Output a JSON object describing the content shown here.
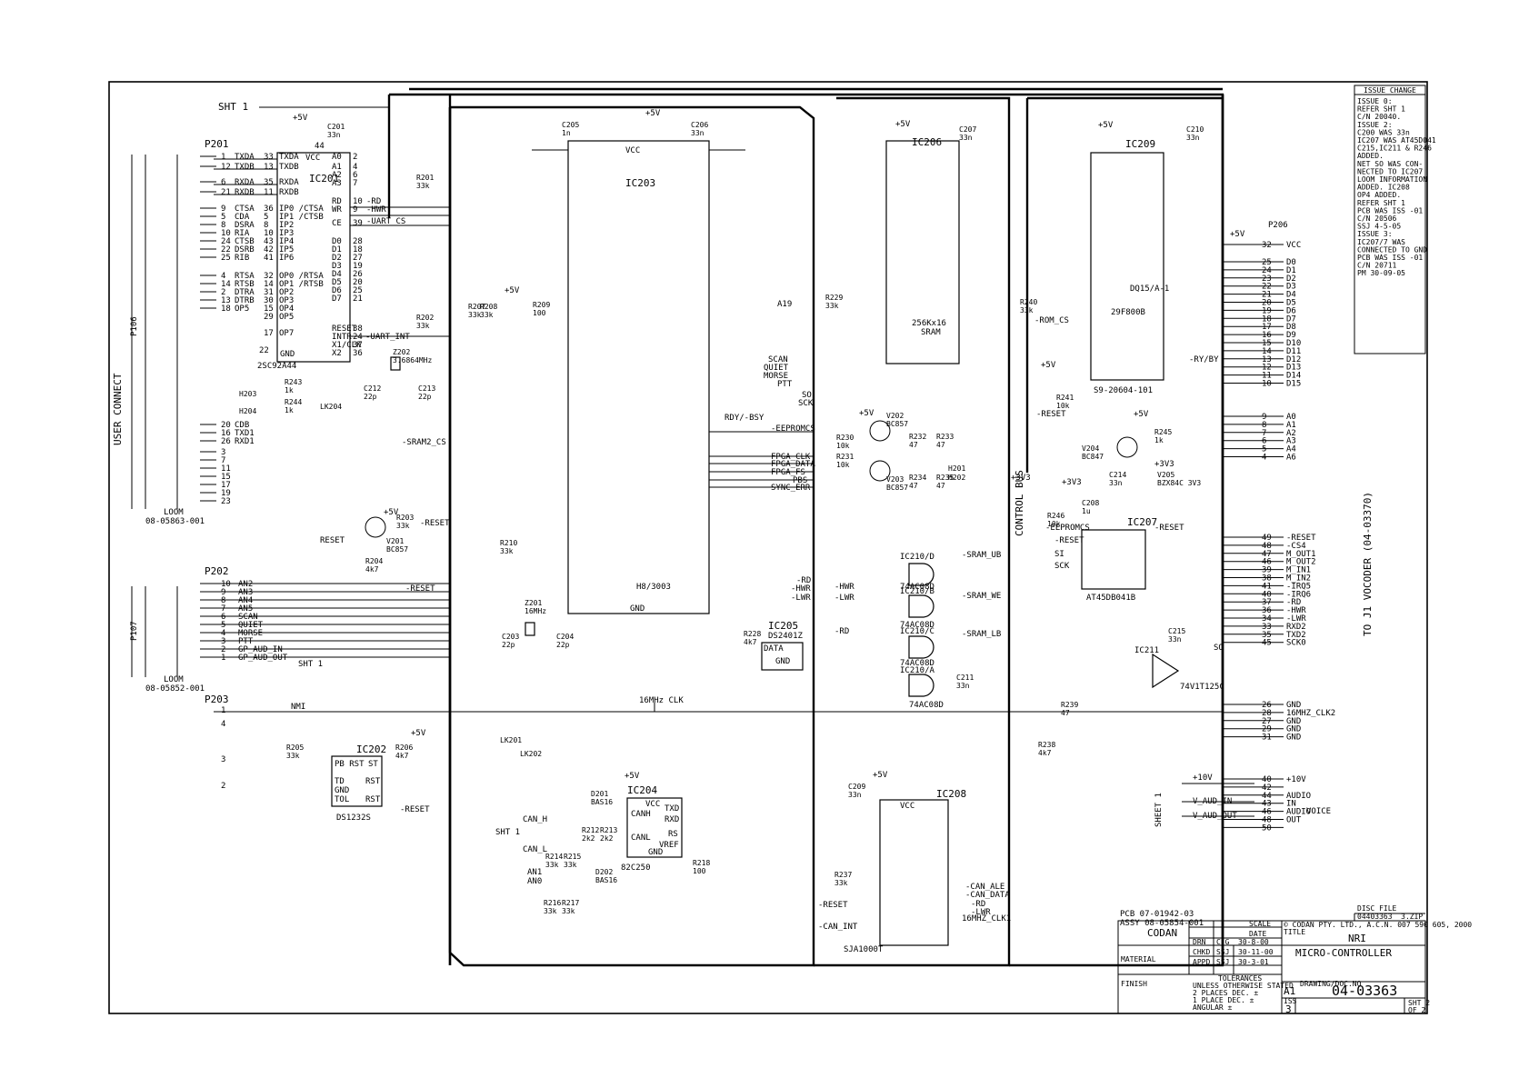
{
  "title_block": {
    "company": "CODAN",
    "title": "NRI",
    "subtitle": "MICRO-CONTROLLER",
    "drawing_number": "04-03363",
    "size": "A1",
    "issue": "3",
    "sheet": "SHT 2",
    "of": "OF 2",
    "pcb": "PCB 07-01942-03",
    "assy": "ASSY 08-05854-001",
    "copyright": "© CODAN PTY. LTD., A.C.N. 007 590 605, 2000",
    "drn": "DRN",
    "drn_by": "C G",
    "drn_date": "30-8-00",
    "chkd": "CHKD",
    "chkd_by": "SSJ",
    "chkd_date": "30-11-00",
    "appd": "APPD",
    "appd_by": "SSJ",
    "appd_date": "30-3-01",
    "scale": "SCALE",
    "date": "DATE",
    "material": "MATERIAL",
    "finish": "FINISH",
    "tolerances": "TOLERANCES",
    "tol1": "UNLESS OTHERWISE STATED",
    "tol2": "2 PLACES DEC. ±",
    "tol3": "1 PLACE DEC. ±",
    "tol4": "ANGULAR ±",
    "disc_file": "DISC FILE",
    "disc_name": "04403363__3.ZIP",
    "drawing_label": "DRAWING/DOC.NO",
    "title_label": "TITLE",
    "iss_label": "ISS"
  },
  "issue_change": {
    "heading": "ISSUE CHANGE",
    "lines": [
      "ISSUE 0:",
      "REFER SHT 1",
      "C/N 20040.",
      "ISSUE 2:",
      "C200 WAS 33n",
      "IC207 WAS AT45D041",
      "C215,IC211 & R246",
      "ADDED.",
      "NET SO WAS CON-",
      "NECTED TO IC207",
      "LOOM INFORMATION",
      "ADDED. IC208",
      "OP4 ADDED.",
      "REFER SHT 1",
      "PCB WAS ISS -01",
      "C/N 20506",
      "SSJ 4-5-05",
      "ISSUE 3:",
      "IC207/7 WAS",
      "CONNECTED TO GND",
      "PCB WAS ISS -01",
      "C/N 20711",
      "PM 30-09-05"
    ]
  },
  "labels": {
    "sht1_top": "SHT 1",
    "user_connect": "USER CONNECT",
    "control_bus": "CONTROL BUS",
    "to_vocoder": "TO J1 VOCODER (04-03370)",
    "sheet1": "SHEET 1",
    "voice": "VOICE",
    "clk16": "16MHz CLK",
    "sht1_a": "SHT 1",
    "sht1_b": "SHT 1",
    "nmi": "NMI",
    "p106": "P106",
    "p107": "P107",
    "loom1": "LOOM",
    "loom1_no": "08-05863-001",
    "loom2": "LOOM",
    "loom2_no": "08-05852-001"
  },
  "connectors": {
    "p201": {
      "ref": "P201",
      "pins": [
        {
          "n": "1",
          "s": "TXDA"
        },
        {
          "n": "12",
          "s": "TXDB"
        },
        {
          "n": "6",
          "s": "RXDA"
        },
        {
          "n": "21",
          "s": "RXDB"
        },
        {
          "n": "9",
          "s": "CTSA"
        },
        {
          "n": "5",
          "s": "CDA"
        },
        {
          "n": "8",
          "s": "DSRA"
        },
        {
          "n": "10",
          "s": "RIA"
        },
        {
          "n": "24",
          "s": "CTSB"
        },
        {
          "n": "22",
          "s": "DSRB"
        },
        {
          "n": "25",
          "s": "RIB"
        },
        {
          "n": "4",
          "s": "RTSA"
        },
        {
          "n": "14",
          "s": "RTSB"
        },
        {
          "n": "2",
          "s": "DTRA"
        },
        {
          "n": "13",
          "s": "DTRB"
        },
        {
          "n": "18",
          "s": "OP5"
        },
        {
          "n": "20",
          "s": "CDB"
        },
        {
          "n": "16",
          "s": "TXD1"
        },
        {
          "n": "26",
          "s": "RXD1"
        },
        {
          "n": "3",
          "s": ""
        },
        {
          "n": "7",
          "s": ""
        },
        {
          "n": "11",
          "s": ""
        },
        {
          "n": "15",
          "s": ""
        },
        {
          "n": "17",
          "s": ""
        },
        {
          "n": "19",
          "s": ""
        },
        {
          "n": "23",
          "s": ""
        }
      ]
    },
    "p202": {
      "ref": "P202",
      "pins": [
        {
          "n": "10",
          "s": "AN2"
        },
        {
          "n": "9",
          "s": "AN3"
        },
        {
          "n": "8",
          "s": "AN4"
        },
        {
          "n": "7",
          "s": "AN5"
        },
        {
          "n": "6",
          "s": "SCAN"
        },
        {
          "n": "5",
          "s": "QUIET"
        },
        {
          "n": "4",
          "s": "MORSE"
        },
        {
          "n": "3",
          "s": "PTT"
        },
        {
          "n": "2",
          "s": "GP_AUD_IN"
        },
        {
          "n": "1",
          "s": "GP_AUD_OUT"
        }
      ]
    },
    "p203": {
      "ref": "P203",
      "pins": [
        "1",
        "4",
        "3",
        "2"
      ]
    },
    "p206": {
      "ref": "P206",
      "pins": [
        {
          "n": "32",
          "s": "VCC"
        },
        {
          "n": "25",
          "s": "D0"
        },
        {
          "n": "24",
          "s": "D1"
        },
        {
          "n": "23",
          "s": "D2"
        },
        {
          "n": "22",
          "s": "D3"
        },
        {
          "n": "21",
          "s": "D4"
        },
        {
          "n": "20",
          "s": "D5"
        },
        {
          "n": "19",
          "s": "D6"
        },
        {
          "n": "18",
          "s": "D7"
        },
        {
          "n": "17",
          "s": "D8"
        },
        {
          "n": "16",
          "s": "D9"
        },
        {
          "n": "15",
          "s": "D10"
        },
        {
          "n": "14",
          "s": "D11"
        },
        {
          "n": "13",
          "s": "D12"
        },
        {
          "n": "12",
          "s": "D13"
        },
        {
          "n": "11",
          "s": "D14"
        },
        {
          "n": "10",
          "s": "D15"
        },
        {
          "n": "9",
          "s": "A0"
        },
        {
          "n": "8",
          "s": "A1"
        },
        {
          "n": "7",
          "s": "A2"
        },
        {
          "n": "6",
          "s": "A3"
        },
        {
          "n": "5",
          "s": "A4"
        },
        {
          "n": "4",
          "s": "A6"
        },
        {
          "n": "49",
          "s": "-RESET"
        },
        {
          "n": "48",
          "s": "-CS4"
        },
        {
          "n": "47",
          "s": "M_OUT1"
        },
        {
          "n": "46",
          "s": "M_OUT2"
        },
        {
          "n": "39",
          "s": "M_IN1"
        },
        {
          "n": "38",
          "s": "M_IN2"
        },
        {
          "n": "41",
          "s": "-IRQ5"
        },
        {
          "n": "40",
          "s": "-IRQ6"
        },
        {
          "n": "37",
          "s": "-RD"
        },
        {
          "n": "36",
          "s": "-HWR"
        },
        {
          "n": "34",
          "s": "-LWR"
        },
        {
          "n": "33",
          "s": "RXD2"
        },
        {
          "n": "35",
          "s": "TXD2"
        },
        {
          "n": "45",
          "s": "SCK0"
        },
        {
          "n": "26",
          "s": "GND"
        },
        {
          "n": "28",
          "s": "16MHZ_CLK2"
        },
        {
          "n": "27",
          "s": "GND"
        },
        {
          "n": "29",
          "s": "GND"
        },
        {
          "n": "31",
          "s": "GND"
        },
        {
          "n": "40",
          "s": "+10V"
        },
        {
          "n": "42",
          "s": ""
        },
        {
          "n": "44",
          "s": "AUDIO"
        },
        {
          "n": "43",
          "s": "IN"
        },
        {
          "n": "46",
          "s": "AUDIO"
        },
        {
          "n": "48",
          "s": "OUT"
        },
        {
          "n": "50",
          "s": ""
        }
      ]
    }
  },
  "chips": {
    "ic201": {
      "ref": "IC201",
      "part": "2SC92A44",
      "vcc": "VCC",
      "gnd": "GND",
      "vpin": "44",
      "gpin": "22",
      "left": [
        {
          "n": "33",
          "s": "TXDA"
        },
        {
          "n": "13",
          "s": "TXDB"
        },
        {
          "n": "35",
          "s": "RXDA"
        },
        {
          "n": "11",
          "s": "RXDB"
        },
        {
          "n": "36",
          "s": "IP0 /CTSA"
        },
        {
          "n": "5",
          "s": "IP1 /CTSB"
        },
        {
          "n": "8",
          "s": "IP2"
        },
        {
          "n": "10",
          "s": "IP3"
        },
        {
          "n": "43",
          "s": "IP4"
        },
        {
          "n": "42",
          "s": "IP5"
        },
        {
          "n": "41",
          "s": "IP6"
        },
        {
          "n": "32",
          "s": "OP0 /RTSA"
        },
        {
          "n": "14",
          "s": "OP1 /RTSB"
        },
        {
          "n": "31",
          "s": "OP2"
        },
        {
          "n": "30",
          "s": "OP3"
        },
        {
          "n": "15",
          "s": "OP4"
        },
        {
          "n": "29",
          "s": "OP5"
        },
        {
          "n": "17",
          "s": "OP7"
        }
      ],
      "right": [
        {
          "n": "2",
          "s": "A0"
        },
        {
          "n": "4",
          "s": "A1"
        },
        {
          "n": "6",
          "s": "A2"
        },
        {
          "n": "7",
          "s": "A3"
        },
        {
          "n": "10",
          "s": "RD"
        },
        {
          "n": "9",
          "s": "WR"
        },
        {
          "n": "39",
          "s": "CE"
        },
        {
          "n": "28",
          "s": "D0"
        },
        {
          "n": "18",
          "s": "D1"
        },
        {
          "n": "27",
          "s": "D2"
        },
        {
          "n": "19",
          "s": "D3"
        },
        {
          "n": "26",
          "s": "D4"
        },
        {
          "n": "20",
          "s": "D5"
        },
        {
          "n": "25",
          "s": "D6"
        },
        {
          "n": "21",
          "s": "D7"
        },
        {
          "n": "38",
          "s": "RESET"
        },
        {
          "n": "24",
          "s": "INTR"
        },
        {
          "n": "37",
          "s": "X1/CLK"
        },
        {
          "n": "36",
          "s": "X2"
        }
      ]
    },
    "ic203": {
      "ref": "IC203",
      "part": "H8/3003",
      "vcc": "VCC",
      "gnd": "GND"
    },
    "ic206": {
      "ref": "IC206",
      "part": "256Kx16",
      "part2": "SRAM"
    },
    "ic209": {
      "ref": "IC209",
      "part": "29F800B",
      "part2": "DQ15/A-1",
      "part3": "S9-20604-101"
    },
    "ic207": {
      "ref": "IC207",
      "part": "AT45DB041B"
    },
    "ic205": {
      "ref": "IC205",
      "part": "DS2401Z",
      "pin1": "DATA",
      "pin2": "GND"
    },
    "ic204": {
      "ref": "IC204",
      "part": "82C250",
      "vcc": "VCC",
      "gnd": "GND",
      "left": [
        "CANH",
        "CANL"
      ],
      "right": [
        "TXD",
        "RXD",
        "RS",
        "VREF"
      ]
    },
    "ic208": {
      "ref": "IC208",
      "part": "SJA1000T",
      "vcc": "VCC"
    },
    "ic202": {
      "ref": "IC202",
      "part": "DS1232S",
      "pins": [
        "PB RST",
        "ST",
        "TD",
        "RST",
        "GND",
        "RST",
        "TOL"
      ]
    },
    "ic210": [
      {
        "ref": "IC210/D",
        "part": "74AC08D"
      },
      {
        "ref": "IC210/B",
        "part": "74AC08D"
      },
      {
        "ref": "IC210/C",
        "part": "74AC08D"
      },
      {
        "ref": "IC210/A",
        "part": "74AC08D"
      }
    ],
    "ic211": {
      "ref": "IC211",
      "part": "74V1T125C"
    }
  },
  "components": [
    {
      "ref": "C201",
      "value": "33n"
    },
    {
      "ref": "R201",
      "value": "33k"
    },
    {
      "ref": "R202",
      "value": "33k"
    },
    {
      "ref": "Z202",
      "value": "3.6864MHz"
    },
    {
      "ref": "C212",
      "value": "22p"
    },
    {
      "ref": "C213",
      "value": "22p"
    },
    {
      "ref": "R243",
      "value": "1k"
    },
    {
      "ref": "R244",
      "value": "1k"
    },
    {
      "ref": "H203",
      "value": ""
    },
    {
      "ref": "H204",
      "value": ""
    },
    {
      "ref": "LK204",
      "value": ""
    },
    {
      "ref": "R203",
      "value": "33k"
    },
    {
      "ref": "V201",
      "value": "BC857"
    },
    {
      "ref": "R204",
      "value": "4k7"
    },
    {
      "ref": "C205",
      "value": "1n"
    },
    {
      "ref": "C206",
      "value": "33n"
    },
    {
      "ref": "R207",
      "value": "33k"
    },
    {
      "ref": "R208",
      "value": "33k"
    },
    {
      "ref": "R209",
      "value": "100"
    },
    {
      "ref": "R210",
      "value": "33k"
    },
    {
      "ref": "Z201",
      "value": "16MHz"
    },
    {
      "ref": "C203",
      "value": "22p"
    },
    {
      "ref": "C204",
      "value": "22p"
    },
    {
      "ref": "R228",
      "value": "4k7"
    },
    {
      "ref": "R229",
      "value": "33k"
    },
    {
      "ref": "C207",
      "value": "33n"
    },
    {
      "ref": "V202",
      "value": "BC857"
    },
    {
      "ref": "V203",
      "value": "BC857"
    },
    {
      "ref": "R230",
      "value": "10k"
    },
    {
      "ref": "R231",
      "value": "10k"
    },
    {
      "ref": "R232",
      "value": "47"
    },
    {
      "ref": "R233",
      "value": "47"
    },
    {
      "ref": "R234",
      "value": "47"
    },
    {
      "ref": "R235",
      "value": "47"
    },
    {
      "ref": "H201",
      "value": ""
    },
    {
      "ref": "H202",
      "value": ""
    },
    {
      "ref": "C210",
      "value": "33n"
    },
    {
      "ref": "R240",
      "value": "33k"
    },
    {
      "ref": "R241",
      "value": "10k"
    },
    {
      "ref": "V204",
      "value": "BC847"
    },
    {
      "ref": "R245",
      "value": "1k"
    },
    {
      "ref": "C214",
      "value": "33n"
    },
    {
      "ref": "V205",
      "value": "BZX84C 3V3"
    },
    {
      "ref": "R246",
      "value": "10k"
    },
    {
      "ref": "C208",
      "value": "1u"
    },
    {
      "ref": "C215",
      "value": "33n"
    },
    {
      "ref": "C211",
      "value": "33n"
    },
    {
      "ref": "R239",
      "value": "47"
    },
    {
      "ref": "R238",
      "value": "4k7"
    },
    {
      "ref": "R205",
      "value": "33k"
    },
    {
      "ref": "R206",
      "value": "4k7"
    },
    {
      "ref": "D201",
      "value": "BAS16"
    },
    {
      "ref": "D202",
      "value": "BAS16"
    },
    {
      "ref": "R212",
      "value": "2k2"
    },
    {
      "ref": "R213",
      "value": "2k2"
    },
    {
      "ref": "R214",
      "value": "33k"
    },
    {
      "ref": "R215",
      "value": "33k"
    },
    {
      "ref": "R216",
      "value": "33k"
    },
    {
      "ref": "R217",
      "value": "33k"
    },
    {
      "ref": "R218",
      "value": "100"
    },
    {
      "ref": "C209",
      "value": "33n"
    },
    {
      "ref": "R237",
      "value": "33k"
    },
    {
      "ref": "LK201",
      "value": ""
    },
    {
      "ref": "LK202",
      "value": ""
    }
  ],
  "nets": {
    "power": "+5V",
    "vcc33": "+3V3",
    "v10": "+10V",
    "reset": "-RESET",
    "reset_pos": "RESET",
    "uart_int": "-UART_INT",
    "uart_cs": "-UART_CS",
    "sram2_cs": "-SRAM2_CS",
    "sram_ub": "-SRAM_UB",
    "sram_we": "-SRAM_WE",
    "sram_lb": "-SRAM_LB",
    "rom_cs": "-ROM_CS",
    "rd": "-RD",
    "hwr": "-HWR",
    "lwr": "-LWR",
    "eepromcs": "-EEPROMCS",
    "fpga_clk": "FPGA_CLK",
    "fpga_data": "FPGA_DATA",
    "fpga_fs": "FPGA_FS",
    "pbs": "PBS",
    "sync_err": "SYNC_ERR",
    "scan": "SCAN",
    "quiet": "QUIET",
    "morse": "MORSE",
    "ptt": "PTT",
    "so": "SO",
    "sck": "SCK",
    "si": "SI",
    "rdy_bsy": "RDY/-BSY",
    "ry_by": "-RY/BY",
    "can_h": "CAN_H",
    "can_l": "CAN_L",
    "can_ale": "-CAN_ALE",
    "can_data": "-CAN_DATA",
    "can_int": "-CAN_INT",
    "clk16_1": "16MHZ_CLK1",
    "v_aud_in": "V_AUD_IN",
    "v_aud_out": "V_AUD_OUT",
    "an1": "AN1",
    "an0": "AN0",
    "a19": "A19"
  }
}
